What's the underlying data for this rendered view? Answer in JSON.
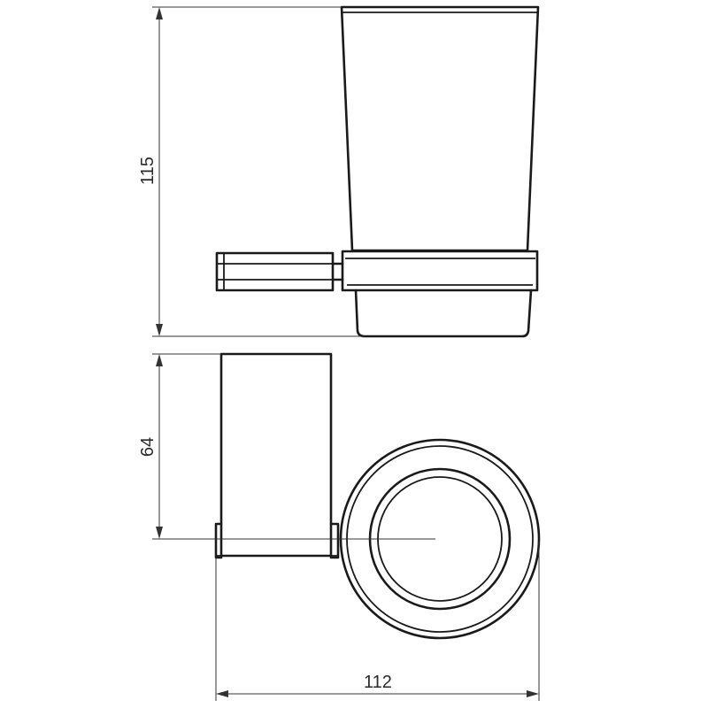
{
  "dimensions": {
    "height_total": "115",
    "holder_depth": "64",
    "overall_width": "112"
  }
}
